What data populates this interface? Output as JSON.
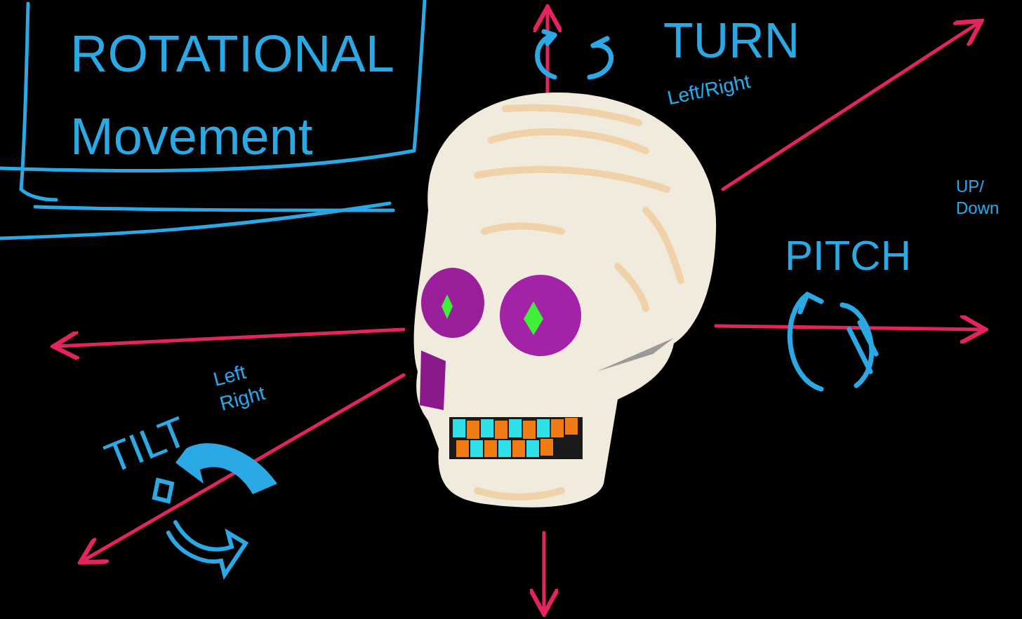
{
  "diagram": {
    "title": "ROTATIONAL Movement",
    "labels": [
      "TURN",
      "Left/Right",
      "PITCH",
      "UP/ Down",
      "TILT",
      "Left Right"
    ]
  }
}
